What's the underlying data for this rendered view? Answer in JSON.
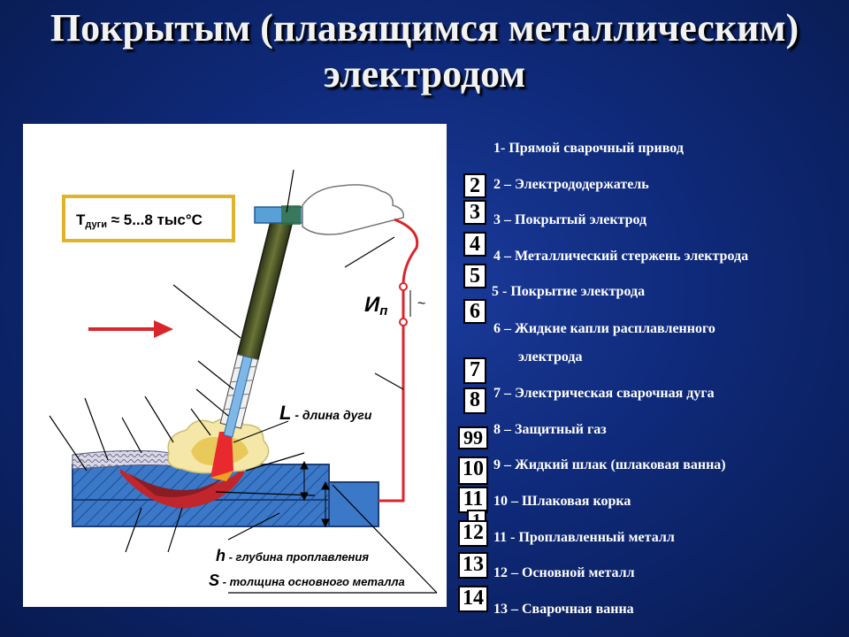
{
  "title": {
    "line1": "Покрытым (плавящимся металлическим)",
    "line2": "электродом"
  },
  "diagram": {
    "temp_label_prefix": "Т",
    "temp_label_sub": "дуги",
    "temp_label_value": " ≈ 5...8 тыс°С",
    "voltage_label": "И",
    "voltage_sub": "п",
    "ac_symbol": "~",
    "arc_length_letter": "L",
    "arc_length_text": " - длина дуги",
    "depth_letter": "h",
    "depth_text": " - глубина проплавления",
    "thickness_letter": "S",
    "thickness_text": " - толщина основного металла"
  },
  "legend": {
    "items": [
      "1- Прямой сварочный привод",
      "2 – Электрододержатель",
      "3 – Покрытый электрод",
      "4 – Металлический стержень электрода",
      "5 - Покрытие электрода",
      "6 – Жидкие капли расплавленного",
      "электрода",
      "7 – Электрическая сварочная дуга",
      "8 – Защитный газ",
      "9 – Жидкий шлак (шлаковая ванна)",
      "10 – Шлаковая корка",
      "11 -  Проплавленный металл",
      "12 – Основной металл",
      "13 – Сварочная ванна"
    ]
  },
  "number_boxes": [
    "2",
    "3",
    "4",
    "5",
    "6",
    "7",
    "8",
    "99",
    "10",
    "11",
    "1",
    "12",
    "13",
    "14"
  ]
}
